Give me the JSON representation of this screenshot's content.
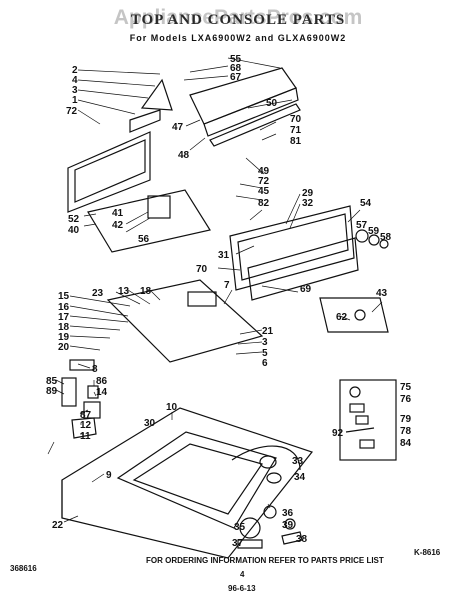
{
  "watermark": "AppliancePartsPros.com",
  "title": "TOP AND CONSOLE PARTS",
  "models": "For Models LXA6900W2 and GLXA6900W2",
  "footer": {
    "ordering": "FOR ORDERING INFORMATION REFER TO PARTS PRICE LIST",
    "doc_number": "368616",
    "page": "4",
    "date": "96-6-13",
    "ref_code": "K-8616"
  },
  "labels": [
    "2",
    "4",
    "3",
    "1",
    "72",
    "55",
    "68",
    "67",
    "47",
    "48",
    "50",
    "70",
    "71",
    "81",
    "49",
    "72",
    "45",
    "82",
    "29",
    "32",
    "54",
    "52",
    "40",
    "41",
    "42",
    "56",
    "57",
    "59",
    "58",
    "31",
    "70",
    "7",
    "69",
    "43",
    "62",
    "15",
    "23",
    "13",
    "18",
    "16",
    "17",
    "18",
    "19",
    "20",
    "21",
    "3",
    "5",
    "6",
    "85",
    "89",
    "8",
    "86",
    "14",
    "87",
    "12",
    "11",
    "30",
    "10",
    "9",
    "75",
    "76",
    "79",
    "92",
    "78",
    "84",
    "33",
    "34",
    "35",
    "36",
    "39",
    "38",
    "37",
    "22"
  ],
  "colors": {
    "ink": "#111111",
    "background": "#ffffff",
    "watermark": "#969696"
  }
}
